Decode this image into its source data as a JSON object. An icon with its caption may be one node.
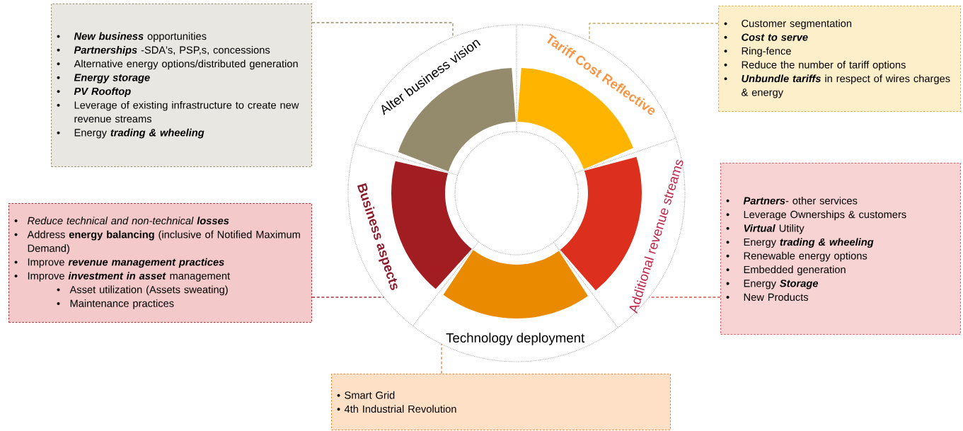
{
  "diagram": {
    "nodes": [
      {
        "text": [
          "**New business** opportunities",
          "**Partnerships** -SDA's, PSP,s, concessions",
          "Alternative energy options/distributed generation",
          "Energy storage",
          "PV Rooftop",
          "Leverage of existing infrastructure to create new revenue streams",
          "Energy **trading & wheeling**"
        ]
      },
      {
        "text": [
          "Customer segmentation",
          "Cost to serve",
          "Ring-fence",
          "Reduce the number of tariff options",
          "**Unbundle tariffs** in respect of wires charges & energy"
        ]
      },
      {
        "text": [
          "Alter business vision"
        ]
      },
      {
        "text": [
          "Tariff Cost Reflective"
        ]
      },
      {
        "text": [
          "Business aspects"
        ]
      },
      {
        "text": [
          "Additional revenue streams"
        ]
      },
      {
        "text": [
          "Technology deployment"
        ]
      },
      {
        "text": [
          "Reduce technical and non-technical **losses**",
          "Address **energy balancing** (inclusive of Notified Maximum Demand)",
          "Improve **revenue management practices**",
          "Improve **investment in asset** management",
          "Asset utilization (Assets sweating)",
          "Maintenance practices"
        ]
      },
      {
        "text": [
          "**Partners**- other services",
          "Leverage Ownerships & customers",
          "**Virtual** Utility",
          "Energy **trading & wheeling**",
          "Renewable energy options",
          "Embedded generation",
          "Energy **Storage**",
          "New Products"
        ]
      },
      {
        "text": [
          "Smart Grid",
          "4th Industrial Revolution"
        ]
      }
    ],
    "edges": [
      {
        "from": 0,
        "to": 2,
        "arrow": "none",
        "style": "dashed",
        "color": "#9a8f73"
      },
      {
        "from": 1,
        "to": 3,
        "arrow": "none",
        "style": "dashed",
        "color": "#c9a85a"
      },
      {
        "from": 7,
        "to": 4,
        "arrow": "none",
        "style": "dashed",
        "color": "#a0343c"
      },
      {
        "from": 8,
        "to": 5,
        "arrow": "none",
        "style": "dashed",
        "color": "#d9534f"
      },
      {
        "from": 9,
        "to": 6,
        "arrow": "none",
        "style": "dashed",
        "color": "#e8893a"
      }
    ]
  }
}
